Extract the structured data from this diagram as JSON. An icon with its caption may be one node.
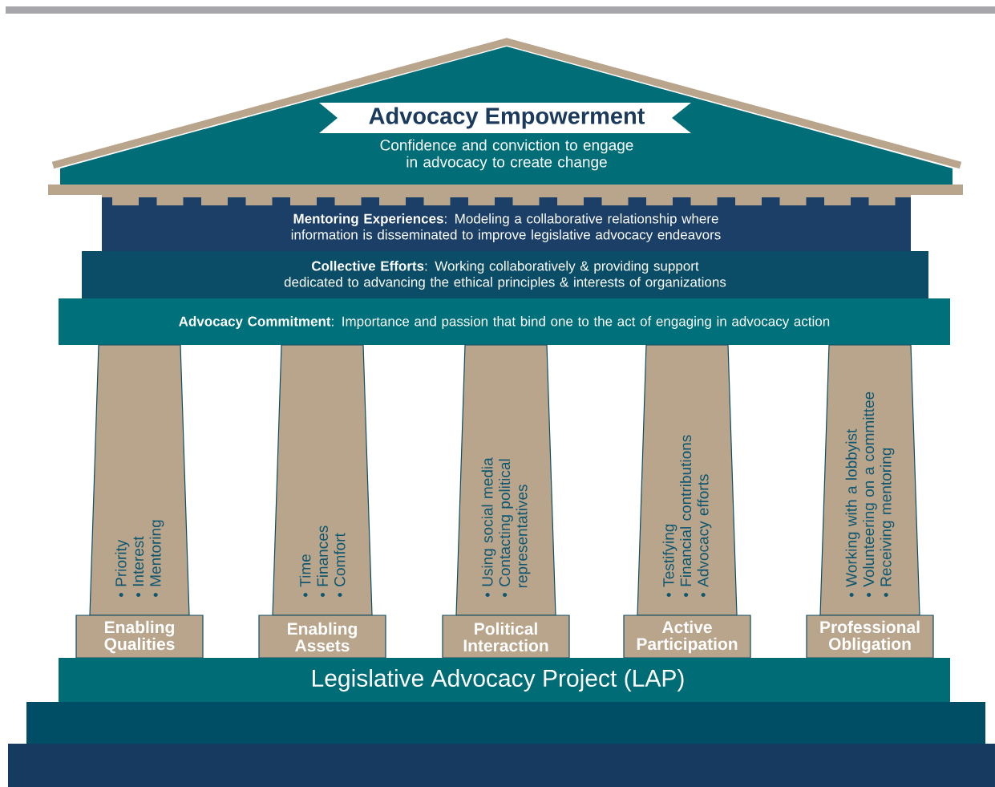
{
  "diagram": {
    "nodes": [
      {
        "text": [
          "Advocacy Empowerment",
          "Confidence and conviction to engage in advocacy to create change"
        ]
      },
      {
        "text": [
          "**Mentoring Experiences**: Modeling a collaborative relationship where information is disseminated to improve legislative advocacy endeavors"
        ]
      },
      {
        "text": [
          "**Collective Efforts**: Working collaboratively & providing support dedicated to advancing the ethical principles & interests of organizations"
        ]
      },
      {
        "text": [
          "**Advocacy Commitment**: Importance and passion that bind one to the act of engaging in advocacy action"
        ]
      },
      {
        "text": [
          "• Priority",
          "• Interest",
          "• Mentoring"
        ]
      },
      {
        "text": [
          "• Time",
          "• Finances",
          "• Comfort"
        ]
      },
      {
        "text": [
          "• Using social media",
          "• Contacting political representatives"
        ]
      },
      {
        "text": [
          "• Testifying",
          "• Financial contributions",
          "• Advocacy efforts"
        ]
      },
      {
        "text": [
          "• Working with a lobbyist",
          "• Volunteering on a committee",
          "• Receiving mentoring"
        ]
      },
      {
        "text": [
          "Enabling Qualities"
        ]
      },
      {
        "text": [
          "Enabling Assets"
        ]
      },
      {
        "text": [
          "Political Interaction"
        ]
      },
      {
        "text": [
          "Active Participation"
        ]
      },
      {
        "text": [
          "Professional Obligation"
        ]
      },
      {
        "text": [
          "Legislative Advocacy Project  (LAP)"
        ]
      }
    ]
  }
}
